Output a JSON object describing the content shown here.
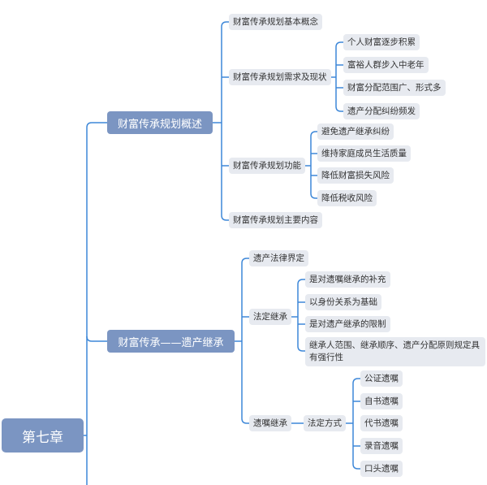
{
  "root": "第七章",
  "branches": [
    {
      "label": "财富传承规划概述",
      "children": [
        {
          "label": "财富传承规划基本概念"
        },
        {
          "label": "财富传承规划需求及现状",
          "children": [
            "个人财富逐步积累",
            "富裕人群步入中老年",
            "财富分配范围广、形式多",
            "遗产分配纠纷频发"
          ]
        },
        {
          "label": "财富传承规划功能",
          "children": [
            "避免遗产继承纠纷",
            "维持家庭成员生活质量",
            "降低财富损失风险",
            "降低税收风险"
          ]
        },
        {
          "label": "财富传承规划主要内容"
        }
      ]
    },
    {
      "label": "财富传承——遗产继承",
      "children": [
        {
          "label": "遗产法律界定"
        },
        {
          "label": "法定继承",
          "children": [
            "是对遗嘱继承的补充",
            "以身份关系为基础",
            "是对遗产继承的限制",
            "继承人范围、继承顺序、遗产分配原则规定具有强行性"
          ]
        },
        {
          "label": "遗嘱继承",
          "sub": {
            "label": "法定方式",
            "children": [
              "公证遗嘱",
              "自书遗嘱",
              "代书遗嘱",
              "录音遗嘱",
              "口头遗嘱"
            ]
          }
        }
      ]
    }
  ],
  "colors": {
    "node": "#7b95c2",
    "leaf": "#e7eaf0",
    "line": "#3d87d8"
  }
}
